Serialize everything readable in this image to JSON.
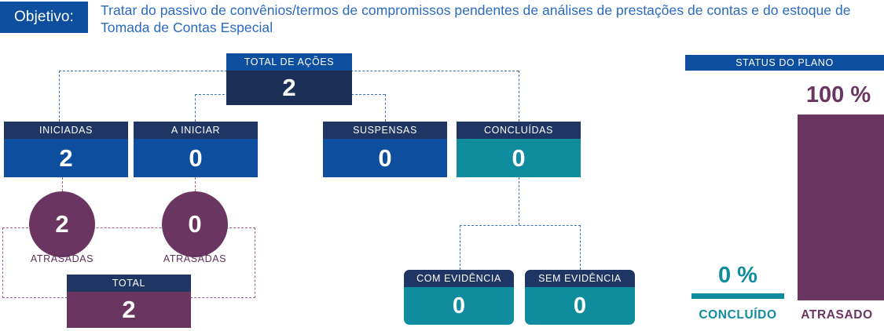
{
  "objective": {
    "badge": "Objetivo:",
    "text": "Tratar do passivo de convênios/termos de compromissos pendentes de análises de prestações de contas e do estoque de Tomada de Contas Especial"
  },
  "colors": {
    "navy": "#1f3563",
    "blue": "#0d4f9e",
    "body_navy": "#1b2f57",
    "teal": "#0f8c9e",
    "purple": "#6b3562",
    "connector_blue": "#3f6fb5",
    "connector_purple": "#9c5f93",
    "objective_text": "#2a6bc0"
  },
  "cards": {
    "total_acoes": {
      "title": "TOTAL DE AÇÕES",
      "value": "2"
    },
    "iniciadas": {
      "title": "INICIADAS",
      "value": "2"
    },
    "a_iniciar": {
      "title": "A INICIAR",
      "value": "0"
    },
    "suspensas": {
      "title": "SUSPENSAS",
      "value": "0"
    },
    "concluidas": {
      "title": "CONCLUÍDAS",
      "value": "0"
    },
    "total": {
      "title": "TOTAL",
      "value": "2"
    },
    "com_evidencia": {
      "title": "COM EVIDÊNCIA",
      "value": "0"
    },
    "sem_evidencia": {
      "title": "SEM EVIDÊNCIA",
      "value": "0"
    }
  },
  "circles": [
    {
      "value": "2",
      "label": "ATRASADAS"
    },
    {
      "value": "0",
      "label": "ATRASADAS"
    }
  ],
  "status_panel": {
    "title": "STATUS DO PLANO",
    "bars": [
      {
        "percent": "0 %",
        "label": "CONCLUÍDO",
        "value": 0,
        "color": "#0f8c9e"
      },
      {
        "percent": "100 %",
        "label": "ATRASADO",
        "value": 100,
        "color": "#6b3562"
      }
    ]
  },
  "chart_data": {
    "type": "bar",
    "title": "STATUS DO PLANO",
    "categories": [
      "CONCLUÍDO",
      "ATRASADO"
    ],
    "values": [
      0,
      100
    ],
    "data_labels": [
      "0 %",
      "100 %"
    ],
    "xlabel": "",
    "ylabel": "",
    "ylim": [
      0,
      100
    ],
    "grid": false,
    "legend": "none",
    "colors": [
      "#0f8c9e",
      "#6b3562"
    ]
  }
}
